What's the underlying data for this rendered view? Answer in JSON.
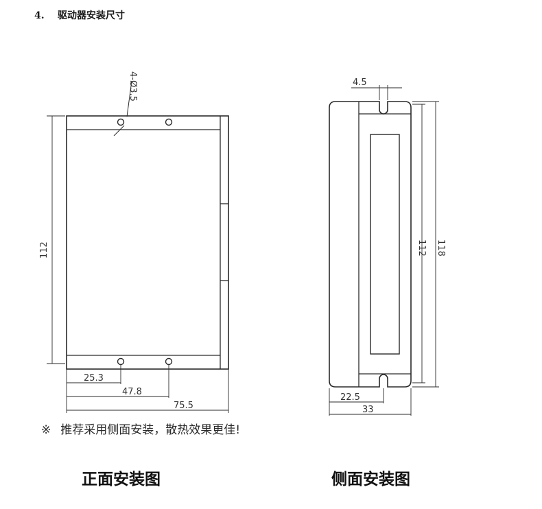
{
  "heading": {
    "number": "4.",
    "title": "驱动器安装尺寸"
  },
  "front_view": {
    "hole_label": "4-Ø3.5",
    "height_dim": "112",
    "hole1_dim": "25.3",
    "hole2_dim": "47.8",
    "width_dim": "75.5",
    "caption": "正面安装图"
  },
  "side_view": {
    "slot_dim": "4.5",
    "inner_height_dim": "112",
    "outer_height_dim": "118",
    "slot_offset_dim": "22.5",
    "width_dim": "33",
    "caption": "侧面安装图"
  },
  "note": {
    "mark": "※",
    "text": "推荐采用侧面安装，散热效果更佳!"
  }
}
